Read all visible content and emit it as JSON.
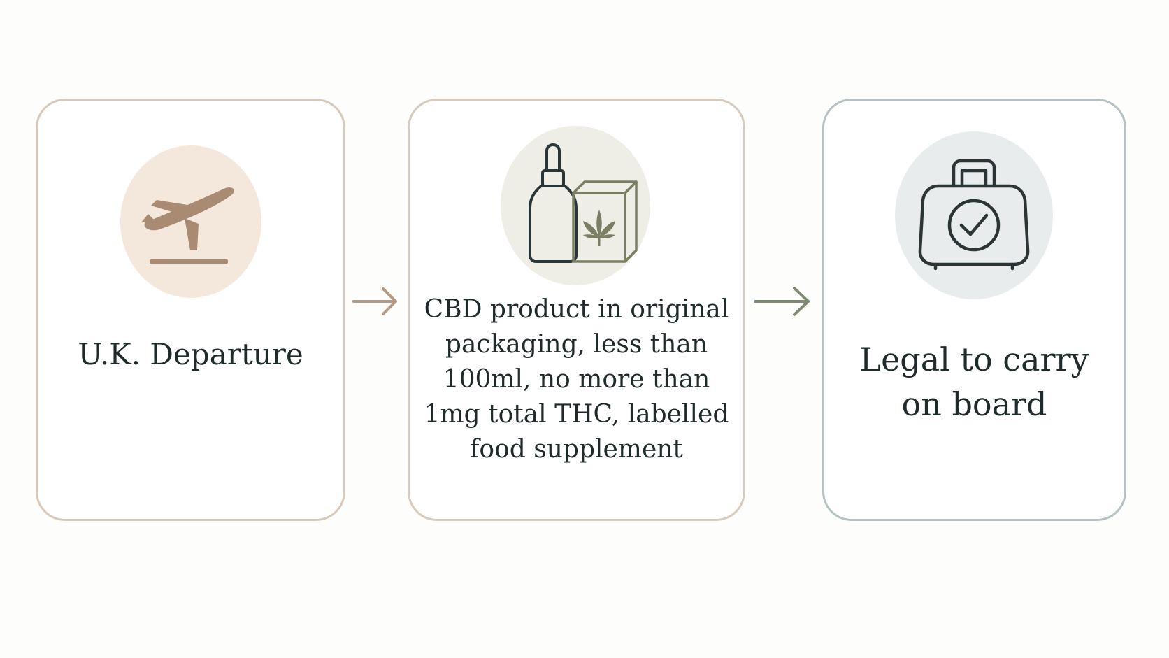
{
  "steps": [
    {
      "label": "U.K. Departure",
      "icon": "airplane-takeoff-icon"
    },
    {
      "label": "CBD product in original packaging, less than 100ml, no more than 1mg total THC, labelled food supplement",
      "icon": "cbd-bottle-box-icon"
    },
    {
      "label": "Legal to carry on board",
      "icon": "bag-checkmark-icon"
    }
  ],
  "colors": {
    "step1_accent": "#a88b72",
    "step2_accent": "#7a7f63",
    "step3_accent": "#2b3535",
    "arrow1": "#b49a84",
    "arrow2": "#7f8a73"
  }
}
